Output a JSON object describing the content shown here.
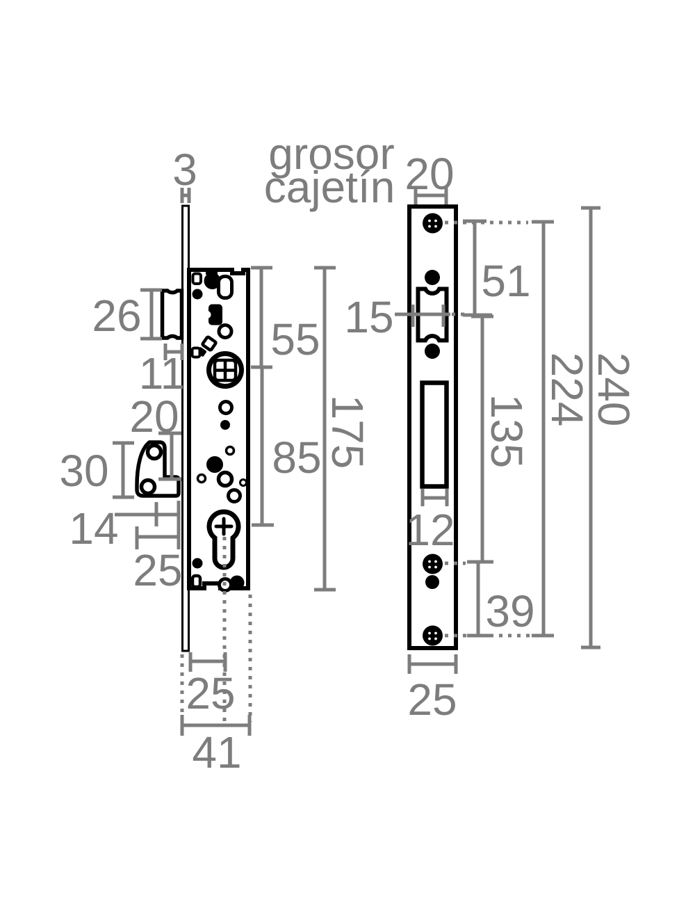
{
  "labels": {
    "grosor_line1": "grosor",
    "grosor_line2": "cajetín"
  },
  "dims": {
    "faceplate_thickness": "3",
    "case_depth_top": "20",
    "latch_height": "26",
    "latch_projection": "11",
    "left_gap": "20",
    "hook_height": "30",
    "hook_depth_inner": "14",
    "hook_depth_outer": "25",
    "face_to_spindle": "55",
    "spindle_to_cylinder": "85",
    "case_height": "175",
    "latch_cutout_width": "15",
    "backset": "25",
    "case_depth_total": "41",
    "top_screw_to_latch": "51",
    "latch_to_bottom_screw": "135",
    "screw_spacing": "224",
    "plate_height": "240",
    "deadbolt_cutout_width": "12",
    "bottom_screw_spacing": "39",
    "plate_width": "25"
  },
  "colors": {
    "background": "#ffffff",
    "parts": "#000000",
    "dimensions": "#7d7d7d"
  }
}
